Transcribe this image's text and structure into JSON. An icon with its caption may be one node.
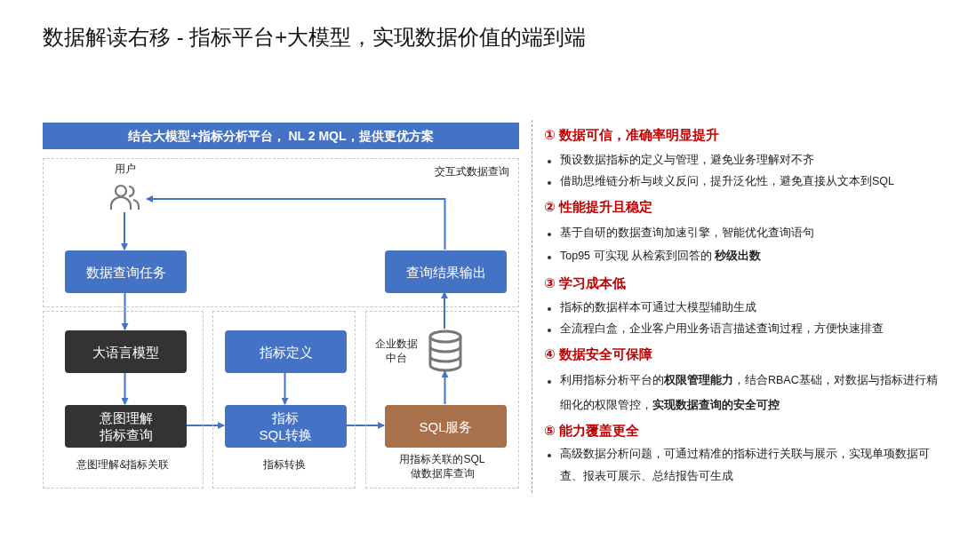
{
  "diagram": {
    "title": "数据解读右移 - 指标平台+大模型，实现数据价值的端到端",
    "nodes": [
      {
        "text": [
          "结合大模型+指标分析平台， NL 2 MQL，提供更优方案"
        ]
      },
      {
        "text": [
          "交互式数据查询"
        ]
      },
      {
        "text": [
          "用户"
        ],
        "in": 1
      },
      {
        "text": [
          "数据查询任务"
        ],
        "in": 1
      },
      {
        "text": [
          "查询结果输出"
        ],
        "in": 1
      },
      {
        "text": [
          "意图理解&指标关联"
        ]
      },
      {
        "text": [
          "大语言模型"
        ],
        "in": 5
      },
      {
        "text": [
          "意图理解指标查询"
        ],
        "in": 5
      },
      {
        "text": [
          "指标转换"
        ]
      },
      {
        "text": [
          "指标定义"
        ],
        "in": 8
      },
      {
        "text": [
          "指标 SQL转换"
        ],
        "in": 8
      },
      {
        "text": [
          "用指标关联的SQL 做数据库查询"
        ]
      },
      {
        "text": [
          "企业数据中台"
        ],
        "in": 11
      },
      {
        "text": [
          "SQL服务"
        ],
        "in": 11
      }
    ],
    "edges": [
      {
        "from": 2,
        "to": 3,
        "arrow": "to"
      },
      {
        "from": 3,
        "to": 6,
        "arrow": "to"
      },
      {
        "from": 6,
        "to": 7,
        "arrow": "to"
      },
      {
        "from": 7,
        "to": 10,
        "arrow": "to"
      },
      {
        "from": 9,
        "to": 10,
        "arrow": "to"
      },
      {
        "from": 10,
        "to": 13,
        "arrow": "to"
      },
      {
        "from": 13,
        "to": 12,
        "arrow": "to"
      },
      {
        "from": 12,
        "to": 4,
        "arrow": "to"
      },
      {
        "from": 4,
        "to": 2,
        "arrow": "to"
      }
    ],
    "labels": [
      "① 数据可信，准确率明显提升",
      "预设数据指标的定义与管理，避免业务理解对不齐",
      "借助思维链分析与歧义反问，提升泛化性，避免直接从文本到SQL",
      "② 性能提升且稳定",
      "基于自研的数据查询加速引擎，智能优化查询语句",
      "Top95 可实现 从检索到回答的 **秒级出数**",
      "③ 学习成本低",
      "指标的数据样本可通过大模型辅助生成",
      "全流程白盒，企业客户用业务语言描述查询过程，方便快速排查",
      "④ 数据安全可保障",
      "利用指标分析平台的**权限管理能力**，结合RBAC基础，对数据与指标进行精细化的权限管控，**实现数据查询的安全可控**",
      "⑤ 能力覆盖更全",
      "高级数据分析问题，可通过精准的指标进行关联与展示，实现单项数据可查、报表可展示、总结报告可生成"
    ]
  }
}
